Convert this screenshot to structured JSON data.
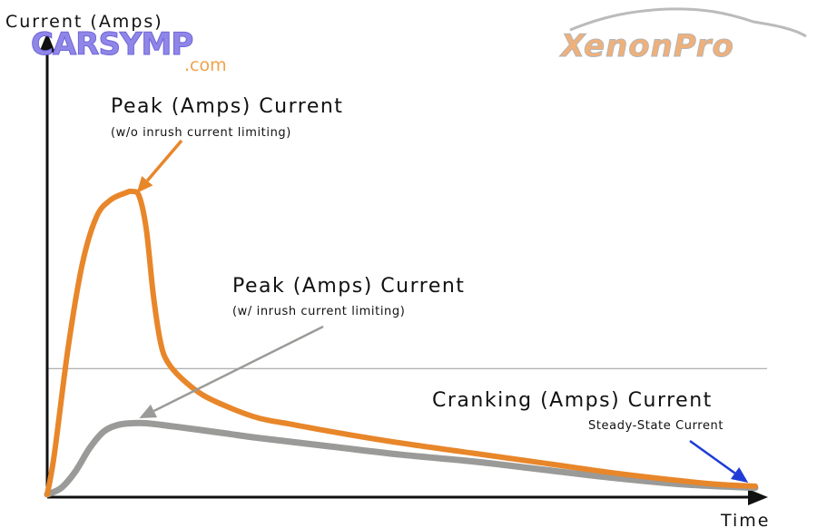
{
  "logos": {
    "left_text": "CARSYMP",
    "left_sub": ".com",
    "right_text": "XenonPro"
  },
  "colors": {
    "without_limiting": "#E8862A",
    "with_limiting": "#9A9A98",
    "steady_state_arrow": "#1F3DD6",
    "axis": "#111111",
    "reference_line": "#999999"
  },
  "chart_data": {
    "type": "line",
    "xlabel": "Time",
    "ylabel": "Current (Amps)",
    "xlim": [
      0,
      100
    ],
    "ylim": [
      0,
      100
    ],
    "grid": false,
    "reference_line_y": 38,
    "series": [
      {
        "color_key": "without_limiting",
        "x": [
          0,
          1,
          3,
          5,
          7,
          9,
          11,
          12,
          13,
          14,
          15,
          16,
          17,
          19,
          22,
          26,
          30,
          35,
          40,
          50,
          60,
          70,
          80,
          90,
          95,
          100
        ],
        "y": [
          0,
          12,
          45,
          70,
          84,
          89,
          91,
          91.5,
          90,
          80,
          60,
          46,
          40,
          35,
          30,
          26,
          23,
          21,
          19,
          15.5,
          12.5,
          9.5,
          6.5,
          4,
          3,
          2.5
        ]
      },
      {
        "color_key": "with_limiting",
        "x": [
          0,
          2,
          4,
          6,
          8,
          10,
          12,
          14,
          18,
          25,
          30,
          40,
          50,
          60,
          70,
          80,
          90,
          100
        ],
        "y": [
          0,
          2,
          7,
          14,
          19,
          21,
          21.5,
          21.5,
          20.5,
          18.5,
          17,
          14.5,
          12,
          10,
          7.5,
          5,
          3,
          2
        ]
      }
    ],
    "annotations": [
      {
        "key": "peak_without",
        "label": "Peak (Amps) Current",
        "sublabel": "(w/o inrush current limiting)",
        "target_x": 12,
        "target_y": 91,
        "color_key": "without_limiting"
      },
      {
        "key": "peak_with",
        "label": "Peak (Amps) Current",
        "sublabel": "(w/ inrush current limiting)",
        "target_x": 13,
        "target_y": 23,
        "color_key": "with_limiting"
      },
      {
        "key": "cranking",
        "label": "Cranking (Amps) Current",
        "sublabel": "Steady-State Current",
        "target_x": 99,
        "target_y": 3,
        "color_key": "steady_state_arrow"
      }
    ]
  }
}
